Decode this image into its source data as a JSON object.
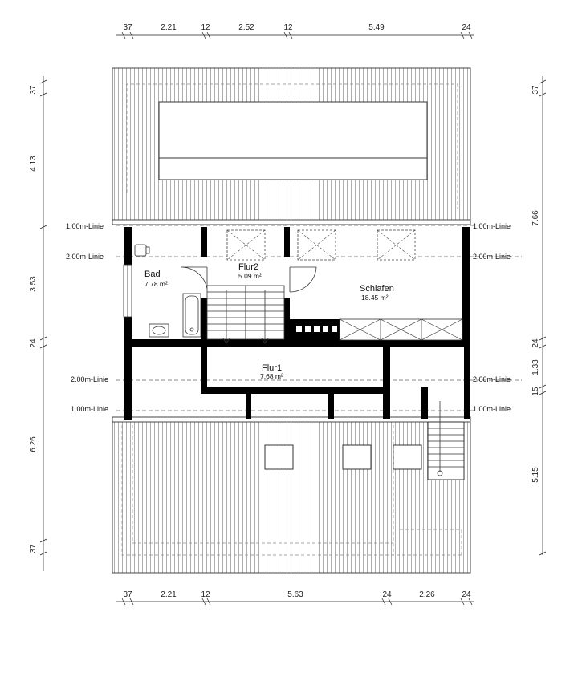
{
  "dimensions": {
    "top": [
      "37",
      "2.21",
      "12",
      "2.52",
      "12",
      "5.49",
      "24"
    ],
    "bottom": [
      "37",
      "2.21",
      "12",
      "5.63",
      "24",
      "2.26",
      "24"
    ],
    "left": [
      "37",
      "4.13",
      "3.53",
      "24",
      "6.26",
      "37"
    ],
    "right": [
      "37",
      "7.66",
      "24",
      "1.33",
      "15",
      "5.15"
    ]
  },
  "level_lines": {
    "one_meter": "1.00m-Linie",
    "two_meter": "2.00m-Linie"
  },
  "rooms": {
    "bad": {
      "name": "Bad",
      "area": "7.78 m²"
    },
    "flur2": {
      "name": "Flur2",
      "area": "5.09 m²"
    },
    "schlafen": {
      "name": "Schlafen",
      "area": "18.45 m²"
    },
    "flur1": {
      "name": "Flur1",
      "area": "7.68 m²"
    }
  }
}
